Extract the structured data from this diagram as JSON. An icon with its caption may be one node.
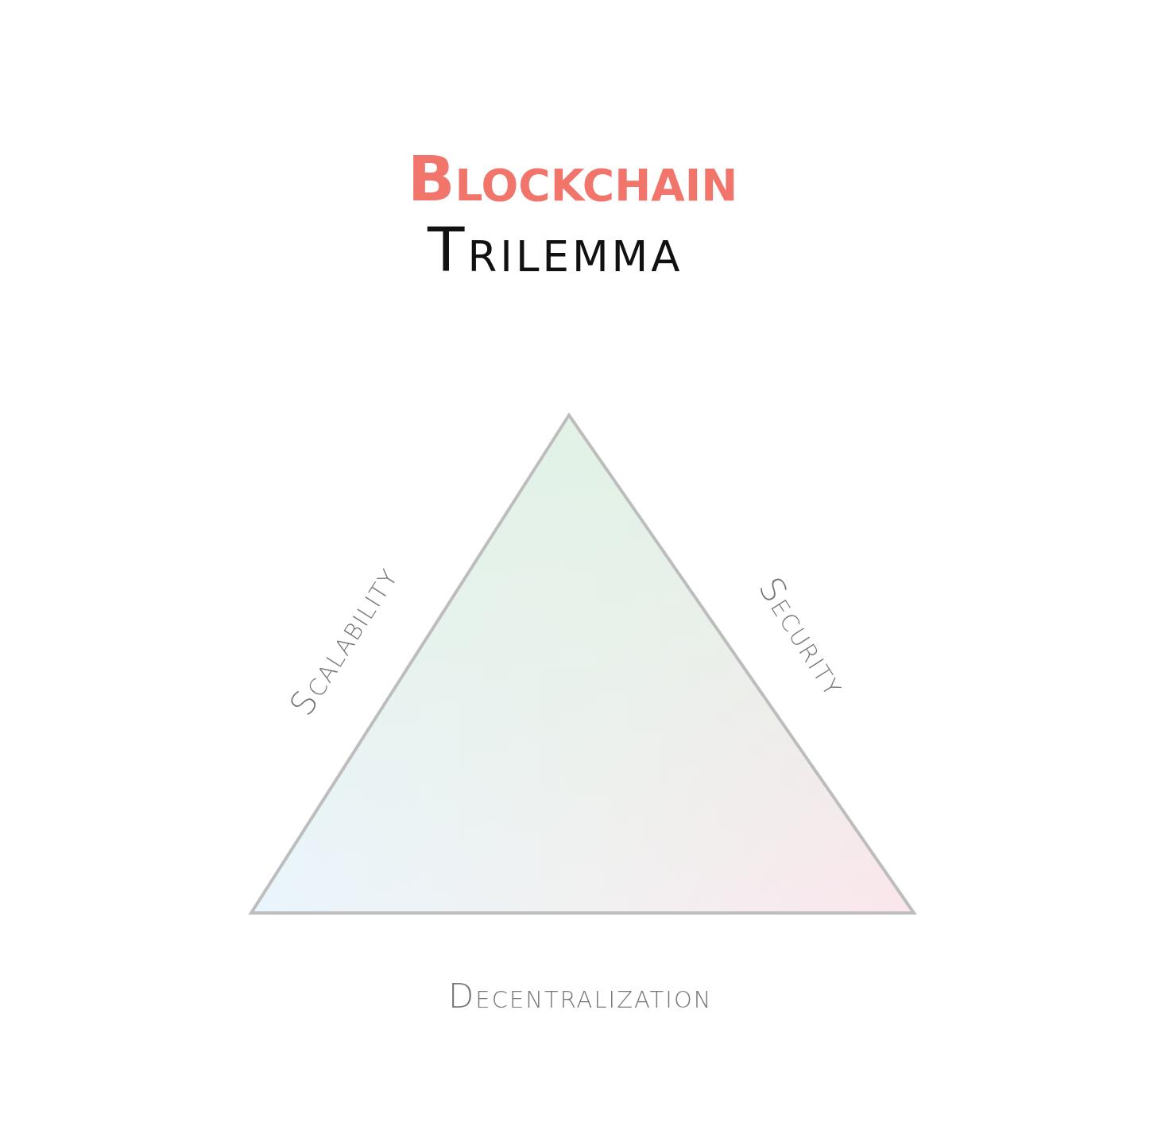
{
  "diagram": {
    "title": "Blockchain Trilemma",
    "nodes": [
      {
        "text": [],
        "shape": "triangle",
        "beside": [
          "Scalability",
          "Security",
          "Decentralization"
        ]
      }
    ]
  }
}
